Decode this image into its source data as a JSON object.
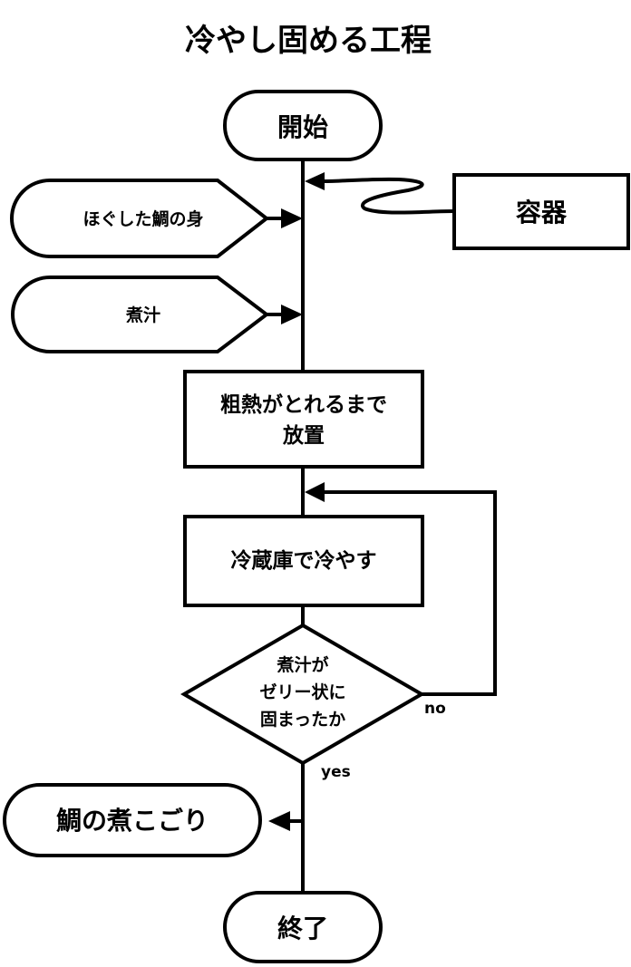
{
  "title": "冷やし固める工程",
  "nodes": {
    "start": "開始",
    "container": "容器",
    "input_fish": "ほぐした鯛の身",
    "input_broth": "煮汁",
    "cool_line1": "粗熱がとれるまで",
    "cool_line2": "放置",
    "refrigerate": "冷蔵庫で冷やす",
    "decision_line1": "煮汁が",
    "decision_line2": "ゼリー状に",
    "decision_line3": "固まったか",
    "output": "鯛の煮こごり",
    "end": "終了"
  },
  "labels": {
    "no": "no",
    "yes": "yes"
  },
  "colors": {
    "stroke": "#000000",
    "fill": "#ffffff"
  }
}
